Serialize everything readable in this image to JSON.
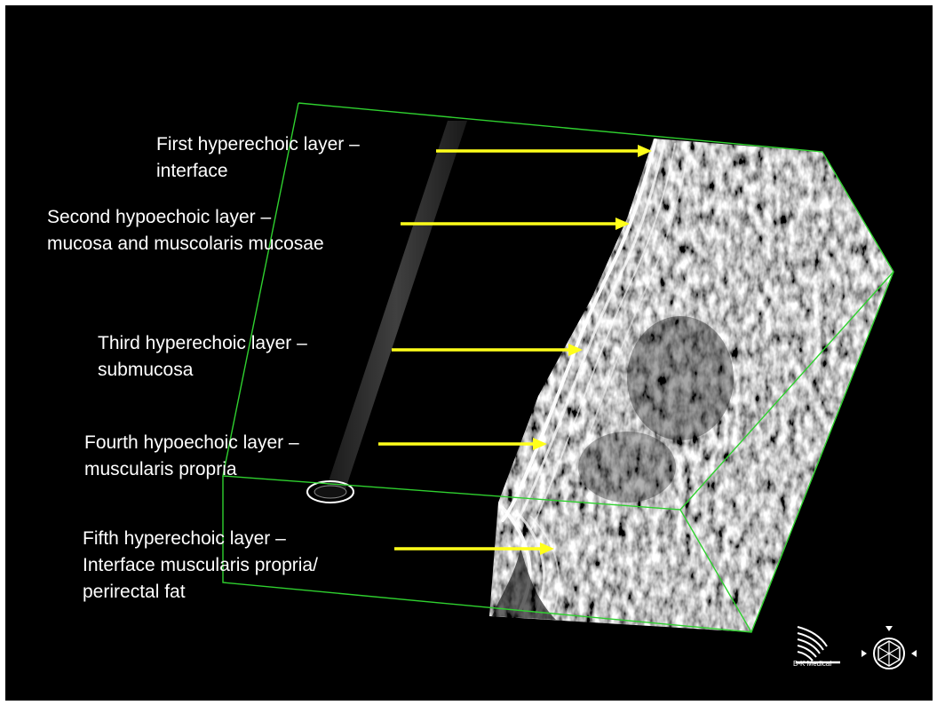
{
  "colors": {
    "background": "#000000",
    "frame": "#2fd12f",
    "arrow": "#ffff1a",
    "text": "#ffffff"
  },
  "labels": [
    {
      "line1": "First hyperechoic layer –",
      "line2": "interface"
    },
    {
      "line1": "Second hypoechoic layer –",
      "line2": "mucosa and muscolaris mucosae"
    },
    {
      "line1": "Third hyperechoic layer –",
      "line2": "submucosa"
    },
    {
      "line1": "Fourth hypoechoic layer –",
      "line2": "muscularis propria"
    },
    {
      "line1": "Fifth hyperechoic layer –",
      "line2": "Interface muscularis propria/",
      "line3": "perirectal fat"
    }
  ],
  "logo": {
    "text": "B-K Medical"
  },
  "icons": [
    "bk-medical-logo-icon",
    "orientation-compass-icon"
  ]
}
